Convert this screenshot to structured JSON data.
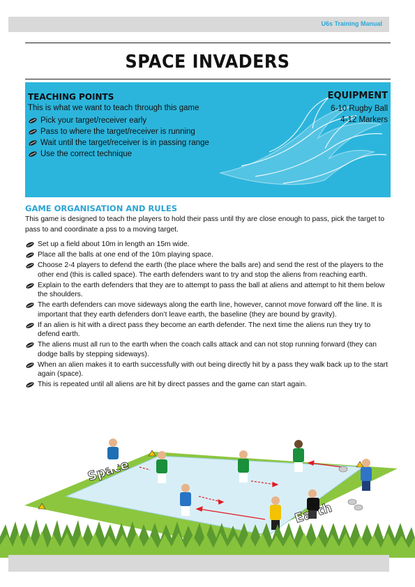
{
  "header": {
    "manual_title": "U6s Training Manual"
  },
  "page_title": "SPACE INVADERS",
  "teaching_points": {
    "title": "TEACHING POINTS",
    "intro": "This is what we want to teach through this game",
    "items": [
      "Pick your target/receiver early",
      "Pass to where the target/receiver is running",
      "Wait until the target/receiver is in passing range",
      "Use the correct technique"
    ]
  },
  "equipment": {
    "title": "EQUIPMENT",
    "items": [
      "6-10 Rugby Ball",
      "4-12 Markers"
    ]
  },
  "game": {
    "title": "GAME ORGANISATION AND RULES",
    "intro": "This game is designed to teach the players to hold their pass until thy are close enough to pass, pick the target to pass to and coordinate a pss to a moving target.",
    "rules": [
      "Set up a field about 10m in length an 15m wide.",
      "Place all the balls at one end of the 10m playing space.",
      "Choose 2-4 players to defend the earth (the place where the balls are) and send the rest of the players to the other end (this is called space). The earth defenders want to try and stop the aliens from reaching earth.",
      "Explain to the earth defenders that they are to attempt to pass the ball at aliens and attempt to hit them below the shoulders.",
      "The earth defenders can move sideways along the earth line, however, cannot move forward off the line. It is important that they earth defenders don’t leave earth, the baseline (they are bound by gravity).",
      "If an alien is hit with a direct pass they become an earth defender. The next time the aliens run they try to defend earth.",
      "The aliens must all run to the earth when the coach calls attack and can not stop running forward (they can dodge balls by stepping sideways).",
      "When an alien makes it to earth successfully with out being directly hit by a pass they walk back up to the start again (space).",
      "This is repeated until all aliens are hit by direct passes and the game can start again."
    ]
  },
  "illustration": {
    "space_label": "Space",
    "earth_label": "Earth"
  },
  "colors": {
    "accent": "#2cb5dc",
    "heading_blue": "#2ba4d4",
    "band_grey": "#d9d9d9",
    "field_green": "#8cc63f"
  }
}
